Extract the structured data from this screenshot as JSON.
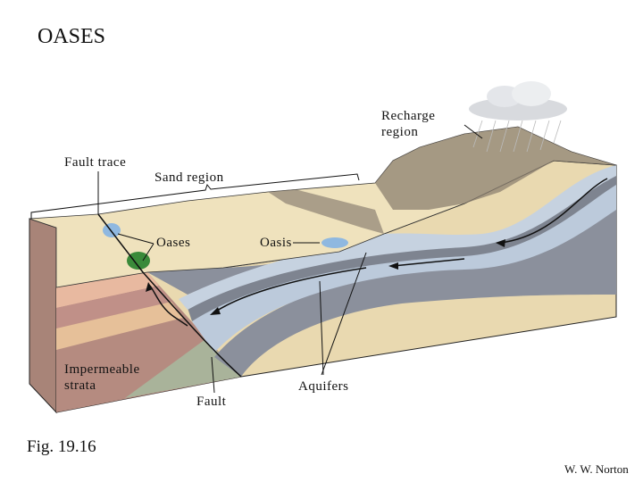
{
  "title": "OASES",
  "figure_label": "Fig. 19.16",
  "credit": "W. W. Norton",
  "diagram": {
    "labels": {
      "recharge": "Recharge",
      "region": "region",
      "fault_trace": "Fault trace",
      "sand_region": "Sand region",
      "oases": "Oases",
      "oasis": "Oasis",
      "impermeable": "Impermeable",
      "strata": "strata",
      "fault": "Fault",
      "aquifers": "Aquifers"
    }
  },
  "colors": {
    "sand": "#efe2bd",
    "aquifer": "#bccadb",
    "shale": "#8b909c",
    "strata": "#c49a8c",
    "water": "#8fb8e0"
  }
}
